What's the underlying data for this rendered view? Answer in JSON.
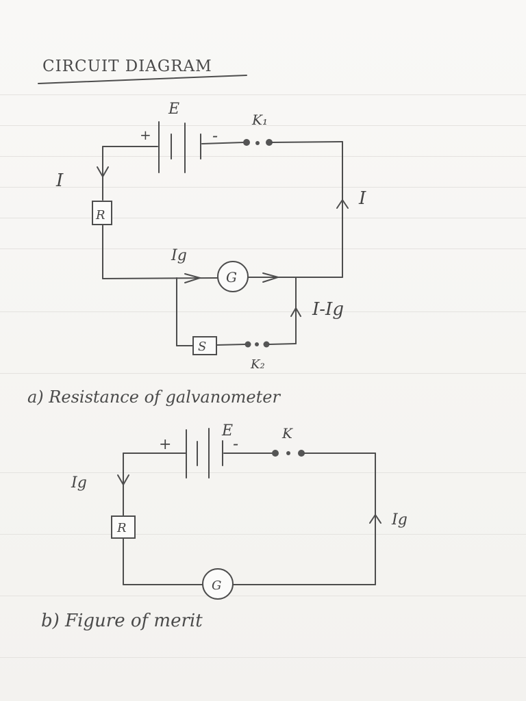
{
  "heading": "CIRCUIT DIAGRAM",
  "diagram_a": {
    "caption": "a) Resistance of galvanometer",
    "battery_label": "E",
    "plus": "+",
    "minus": "-",
    "key1_label": "K₁",
    "key2_label": "K₂",
    "resistor_label": "R",
    "shunt_label": "S",
    "galvanometer_label": "G",
    "current_left": "I",
    "current_right": "I",
    "current_g": "Ig",
    "current_shunt": "I-Ig"
  },
  "diagram_b": {
    "caption": "b) Figure of merit",
    "battery_label": "E",
    "plus": "+",
    "minus": "-",
    "key_label": "K",
    "resistor_label": "R",
    "galvanometer_label": "G",
    "current_left": "Ig",
    "current_right": "Ig"
  }
}
